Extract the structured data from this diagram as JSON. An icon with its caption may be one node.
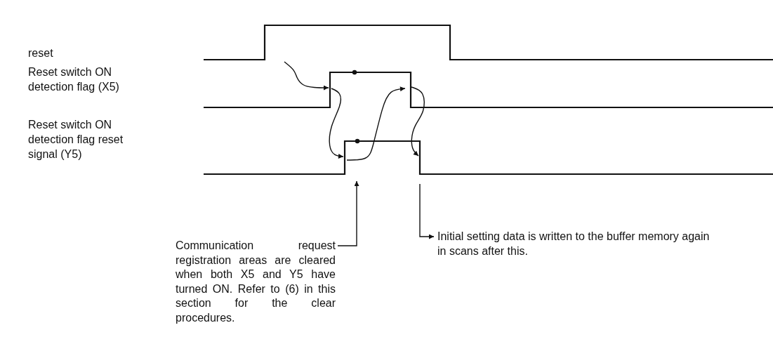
{
  "diagram": {
    "nodes": [
      {
        "text": [],
        "shape": "line"
      },
      {
        "text": [],
        "shape": "line"
      },
      {
        "text": [],
        "shape": "line"
      },
      {
        "text": [
          "Communication request registration areas are cleared when both X5 and Y5 have turned ON. Refer to (6) in this section for the clear procedures."
        ]
      },
      {
        "text": [
          "Initial setting data is written to the buffer memory again in scans after this."
        ]
      }
    ],
    "edges": [
      {
        "from": 0,
        "to": 1,
        "arrow": "to"
      },
      {
        "from": 1,
        "to": 2,
        "arrow": "to"
      },
      {
        "from": 2,
        "to": 1,
        "arrow": "to"
      },
      {
        "from": 1,
        "to": 2,
        "arrow": "to"
      },
      {
        "from": 3,
        "to": 2,
        "arrow": "to"
      },
      {
        "from": 2,
        "to": 4,
        "arrow": "to"
      }
    ],
    "labels": [
      "reset",
      "Reset switch ON detection flag (X5)",
      "Reset switch ON detection flag reset signal (Y5)"
    ]
  }
}
